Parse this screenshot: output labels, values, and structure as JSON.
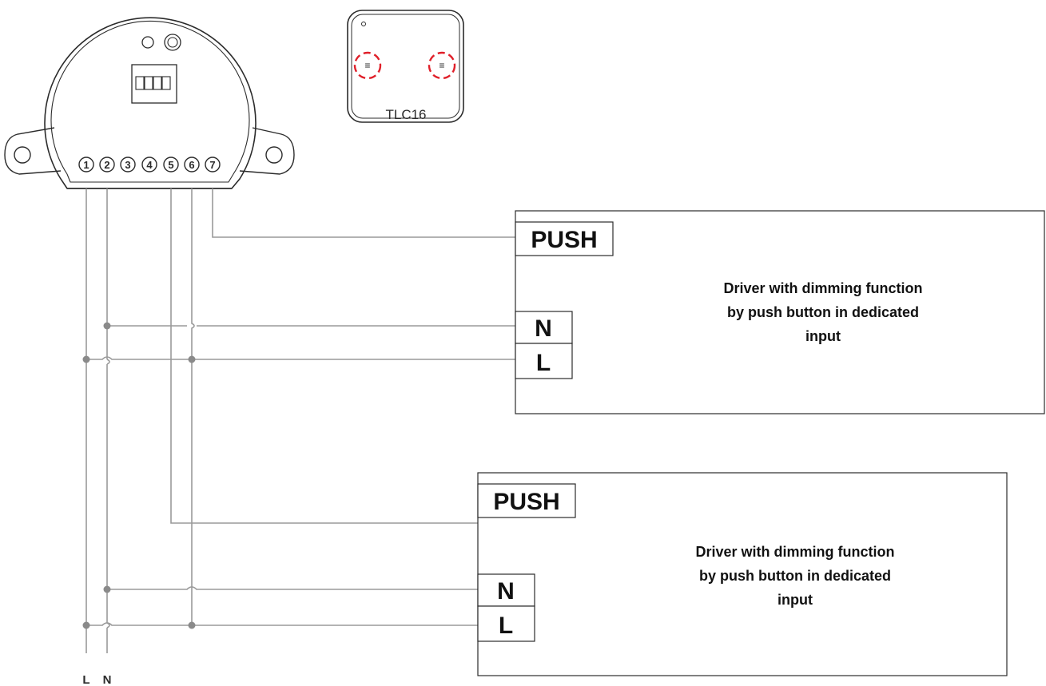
{
  "controller": {
    "terminals": [
      "1",
      "2",
      "3",
      "4",
      "5",
      "6",
      "7"
    ]
  },
  "remote": {
    "label": "TLC16",
    "button_left_symbol": "≡",
    "button_right_symbol": "≡"
  },
  "wires": {
    "label_L": "L",
    "label_N": "N"
  },
  "drivers": [
    {
      "push_label": "PUSH",
      "n_label": "N",
      "l_label": "L",
      "description_lines": [
        "Driver with dimming function",
        "by push button in dedicated",
        "input"
      ]
    },
    {
      "push_label": "PUSH",
      "n_label": "N",
      "l_label": "L",
      "description_lines": [
        "Driver with dimming function",
        "by push button in dedicated",
        "input"
      ]
    }
  ],
  "colors": {
    "wire": "#9a9a9a",
    "node": "#8a8a8a",
    "outline": "#2b2b2b",
    "highlight": "#e0202a"
  }
}
